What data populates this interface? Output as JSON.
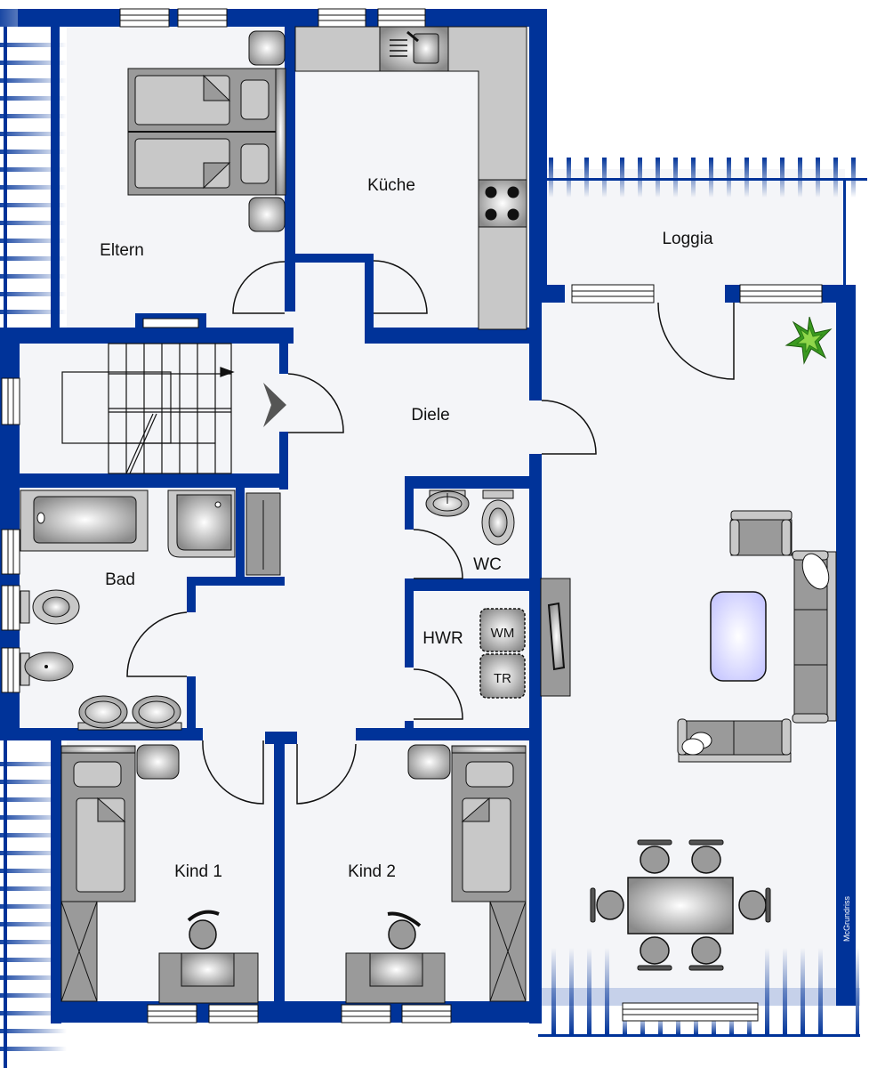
{
  "plan": {
    "type": "floor_plan",
    "colors": {
      "wall": "#003399",
      "floor": "#f4f5f8",
      "furniture": "#9a9a9a",
      "furniture_light": "#c8c8c8",
      "table_glass": "#dcdcff",
      "plant": "#3a9a20"
    },
    "rooms": [
      {
        "id": "eltern",
        "label": "Eltern"
      },
      {
        "id": "kueche",
        "label": "Küche"
      },
      {
        "id": "loggia",
        "label": "Loggia"
      },
      {
        "id": "diele",
        "label": "Diele"
      },
      {
        "id": "bad",
        "label": "Bad"
      },
      {
        "id": "wc",
        "label": "WC"
      },
      {
        "id": "hwr",
        "label": "HWR"
      },
      {
        "id": "kind1",
        "label": "Kind 1"
      },
      {
        "id": "kind2",
        "label": "Kind 2"
      }
    ],
    "appliances": {
      "washing_machine": "WM",
      "dryer": "TR"
    },
    "credit": "McGrundriss"
  }
}
